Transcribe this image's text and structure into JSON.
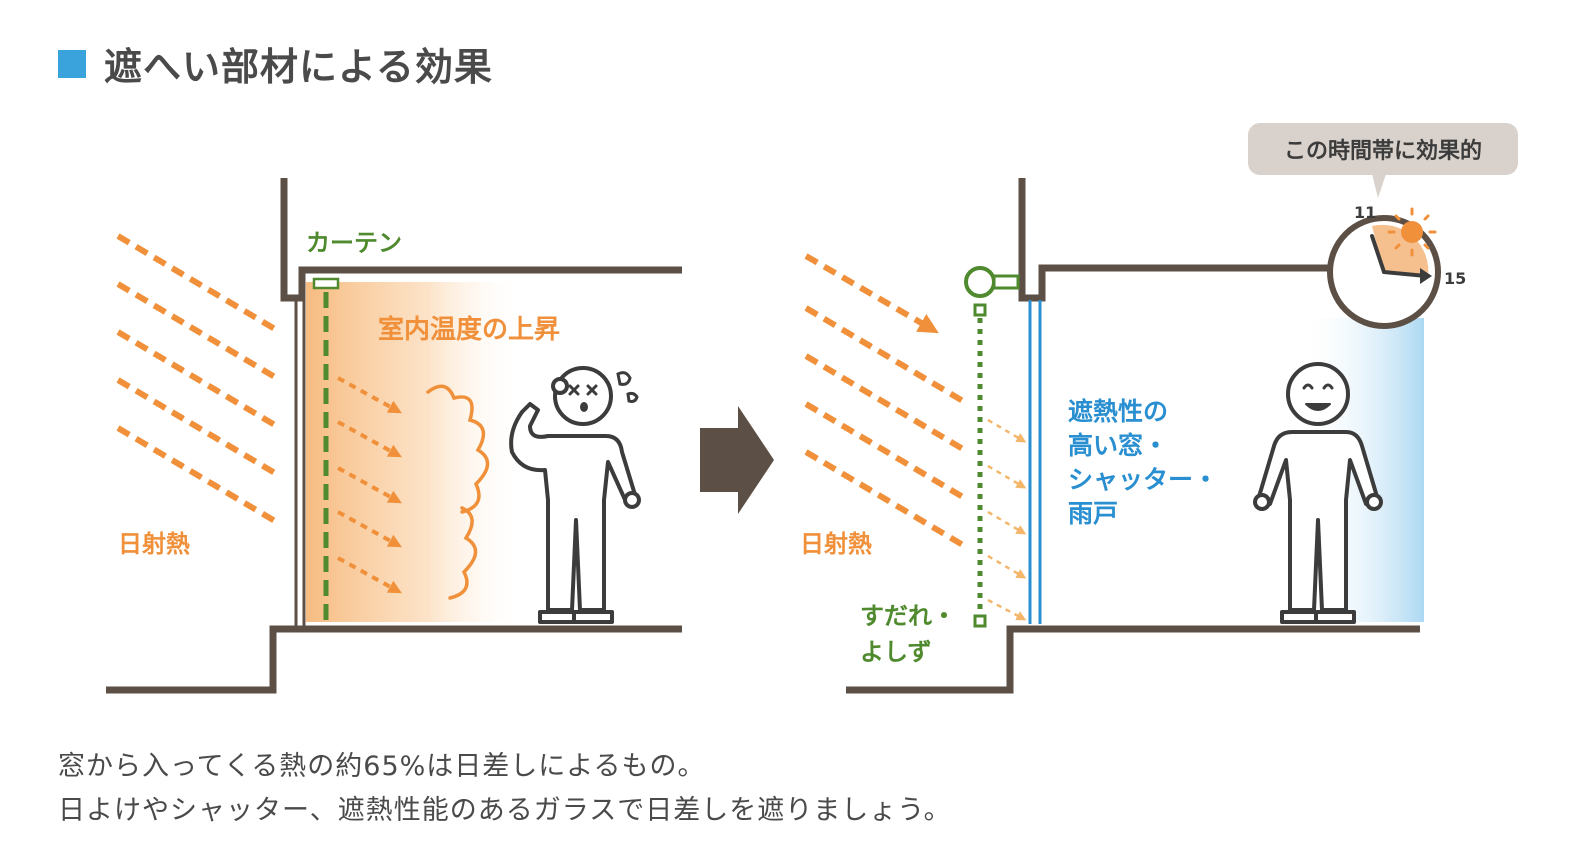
{
  "title": "遮へい部材による効果",
  "left_scene": {
    "curtain_label": "カーテン",
    "temp_label": "室内温度の上昇",
    "solar_label": "日射熱"
  },
  "right_scene": {
    "solar_label": "日射熱",
    "sudare_line1": "すだれ・",
    "sudare_line2": "よしず",
    "window_line1": "遮熱性の",
    "window_line2": "高い窓・",
    "window_line3": "シャッター・",
    "window_line4": "雨戸",
    "bubble": "この時間帯に効果的",
    "clock_start": "11",
    "clock_end": "15"
  },
  "caption": {
    "line1": "窓から入ってくる熱の約65%は日差しによるもの。",
    "line2": "日よけやシャッター、遮熱性能のあるガラスで日差しを遮りましょう。"
  },
  "colors": {
    "accent": "#3ba3dc",
    "wall": "#5c4f45",
    "sun": "#f0903a",
    "green": "#4f8a2e",
    "blue": "#2a8fd0"
  }
}
